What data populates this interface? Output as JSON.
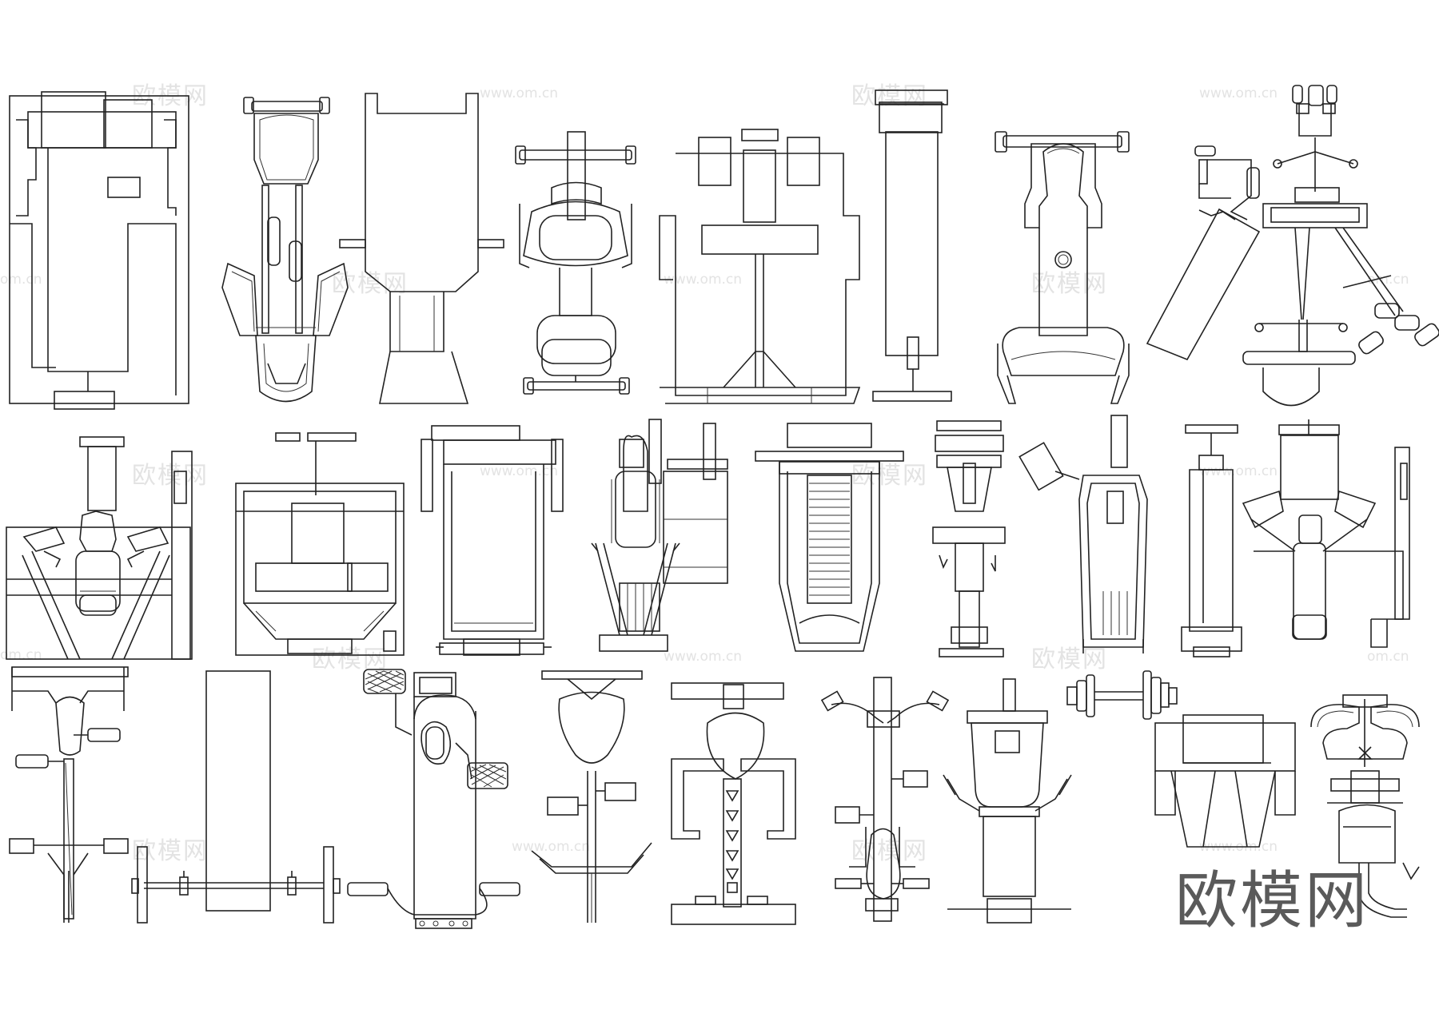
{
  "watermark": {
    "brand_cn": "欧模网",
    "site": "www.om.cn",
    "site_partial": "om.cn"
  },
  "logo": {
    "text": "欧模网"
  },
  "colors": {
    "line": "#222222",
    "watermark": "#e3e3e3",
    "logo": "#5a5a5a"
  }
}
